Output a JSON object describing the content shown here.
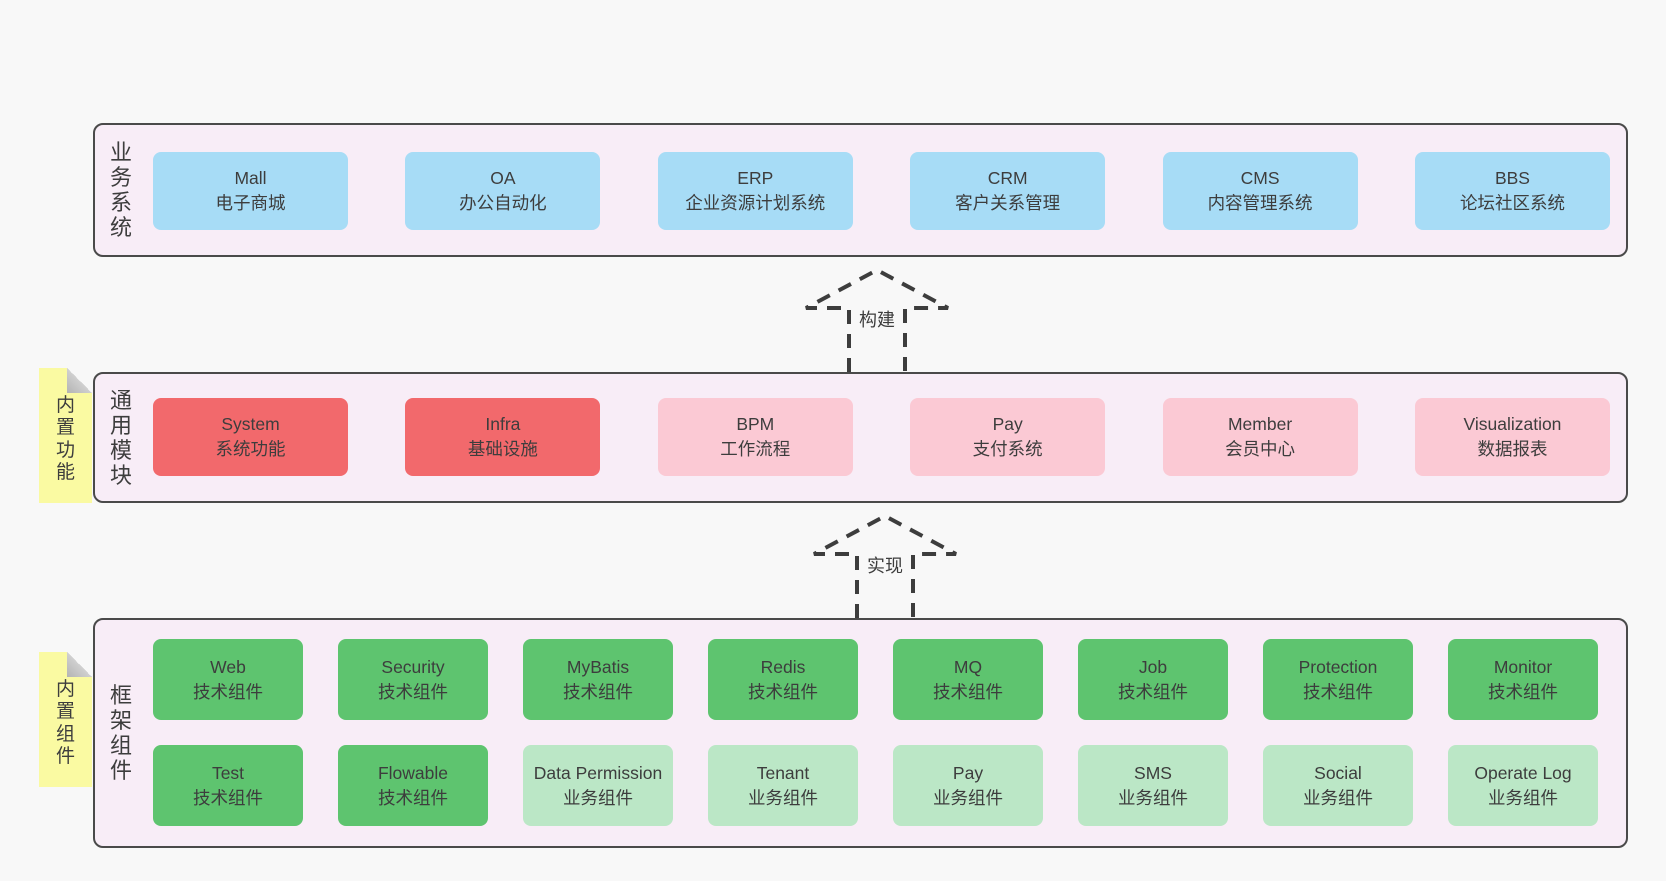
{
  "colors": {
    "page_bg": "#f8f8f8",
    "section_bg": "#f8edf7",
    "section_border": "#4a4a4a",
    "box_blue": "#a7dcf6",
    "box_red": "#f2696c",
    "box_pink": "#fbc9d4",
    "box_green_dark": "#5ec46f",
    "box_green_light": "#bbe7c6",
    "sticky_yellow": "#fafaa2",
    "text": "#3d3d3d"
  },
  "arrows": {
    "build": "构建",
    "implement": "实现"
  },
  "sections": {
    "business": {
      "label": "业务系统",
      "items": [
        {
          "name": "Mall",
          "desc": "电子商城"
        },
        {
          "name": "OA",
          "desc": "办公自动化"
        },
        {
          "name": "ERP",
          "desc": "企业资源计划系统"
        },
        {
          "name": "CRM",
          "desc": "客户关系管理"
        },
        {
          "name": "CMS",
          "desc": "内容管理系统"
        },
        {
          "name": "BBS",
          "desc": "论坛社区系统"
        }
      ]
    },
    "modules": {
      "label": "通用模块",
      "sticky": "内置功能",
      "items": [
        {
          "name": "System",
          "desc": "系统功能",
          "variant": "red"
        },
        {
          "name": "Infra",
          "desc": "基础设施",
          "variant": "red"
        },
        {
          "name": "BPM",
          "desc": "工作流程",
          "variant": "pink"
        },
        {
          "name": "Pay",
          "desc": "支付系统",
          "variant": "pink"
        },
        {
          "name": "Member",
          "desc": "会员中心",
          "variant": "pink"
        },
        {
          "name": "Visualization",
          "desc": "数据报表",
          "variant": "pink"
        }
      ]
    },
    "components": {
      "label": "框架组件",
      "sticky": "内置组件",
      "row1": [
        {
          "name": "Web",
          "desc": "技术组件",
          "variant": "green-dark"
        },
        {
          "name": "Security",
          "desc": "技术组件",
          "variant": "green-dark"
        },
        {
          "name": "MyBatis",
          "desc": "技术组件",
          "variant": "green-dark"
        },
        {
          "name": "Redis",
          "desc": "技术组件",
          "variant": "green-dark"
        },
        {
          "name": "MQ",
          "desc": "技术组件",
          "variant": "green-dark"
        },
        {
          "name": "Job",
          "desc": "技术组件",
          "variant": "green-dark"
        },
        {
          "name": "Protection",
          "desc": "技术组件",
          "variant": "green-dark"
        },
        {
          "name": "Monitor",
          "desc": "技术组件",
          "variant": "green-dark"
        }
      ],
      "row2": [
        {
          "name": "Test",
          "desc": "技术组件",
          "variant": "green-dark"
        },
        {
          "name": "Flowable",
          "desc": "技术组件",
          "variant": "green-dark"
        },
        {
          "name": "Data Permission",
          "desc": "业务组件",
          "variant": "green-light"
        },
        {
          "name": "Tenant",
          "desc": "业务组件",
          "variant": "green-light"
        },
        {
          "name": "Pay",
          "desc": "业务组件",
          "variant": "green-light"
        },
        {
          "name": "SMS",
          "desc": "业务组件",
          "variant": "green-light"
        },
        {
          "name": "Social",
          "desc": "业务组件",
          "variant": "green-light"
        },
        {
          "name": "Operate Log",
          "desc": "业务组件",
          "variant": "green-light"
        }
      ]
    }
  }
}
